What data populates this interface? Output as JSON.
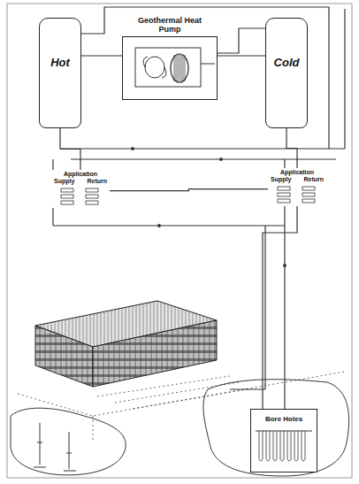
{
  "diagram": {
    "nodes": [
      {
        "text": [
          "Hot"
        ]
      },
      {
        "text": [
          "Geothermal Heat Pump"
        ]
      },
      {
        "text": [
          "Cold"
        ]
      },
      {
        "text": [
          "Application",
          "Supply",
          "Return"
        ]
      },
      {
        "text": [
          "Application",
          "Supply",
          "Return"
        ]
      },
      {
        "text": [
          "Bore Holes"
        ]
      }
    ],
    "edges": [
      {
        "from": 0,
        "to": 1,
        "arrow": "none"
      },
      {
        "from": 1,
        "to": 2,
        "arrow": "none"
      },
      {
        "from": 0,
        "to": 3,
        "arrow": "none"
      },
      {
        "from": 2,
        "to": 4,
        "arrow": "none"
      },
      {
        "from": 3,
        "to": 4,
        "arrow": "none"
      },
      {
        "from": 4,
        "to": 5,
        "arrow": "none"
      }
    ]
  }
}
